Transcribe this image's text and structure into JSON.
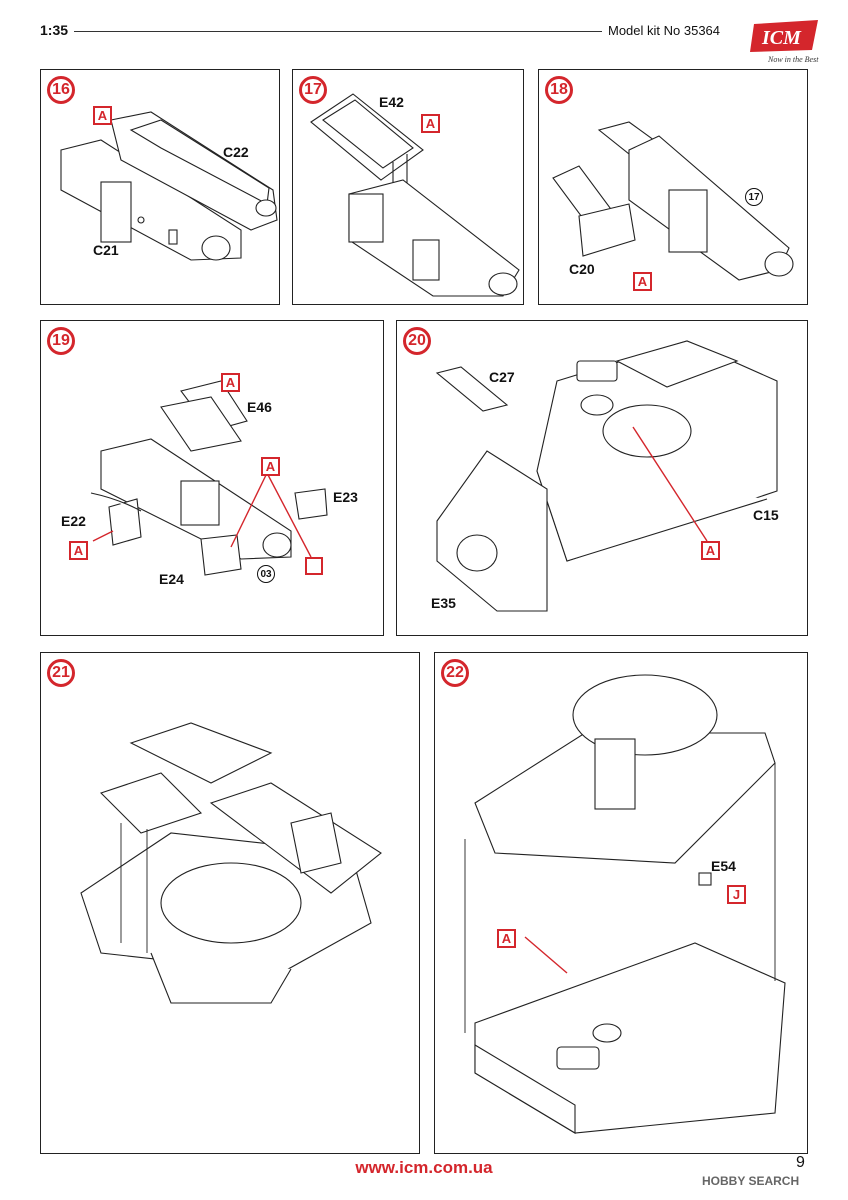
{
  "header": {
    "scale": "1:35",
    "kit": "Model kit No 35364",
    "logo_text": "ICM",
    "tagline": "Now in the Best"
  },
  "steps": {
    "s16": {
      "num": "16",
      "parts": [
        "C22",
        "C21"
      ],
      "ref": "A"
    },
    "s17": {
      "num": "17",
      "parts": [
        "E42"
      ],
      "ref": "A"
    },
    "s18": {
      "num": "18",
      "parts": [
        "C20"
      ],
      "ref": "A",
      "circle": "17"
    },
    "s19": {
      "num": "19",
      "parts": [
        "E46",
        "E23",
        "E22",
        "E24"
      ],
      "refs": [
        "A",
        "A",
        "A"
      ],
      "circle": "03"
    },
    "s20": {
      "num": "20",
      "parts": [
        "C27",
        "C15",
        "E35"
      ],
      "ref": "A"
    },
    "s21": {
      "num": "21"
    },
    "s22": {
      "num": "22",
      "parts": [
        "E54"
      ],
      "refs": [
        "J",
        "A"
      ]
    }
  },
  "footer": {
    "url": "www.icm.com.ua",
    "page": "9",
    "watermark": "HOBBY SEARCH"
  },
  "colors": {
    "accent": "#d4262c",
    "line": "#222222"
  }
}
